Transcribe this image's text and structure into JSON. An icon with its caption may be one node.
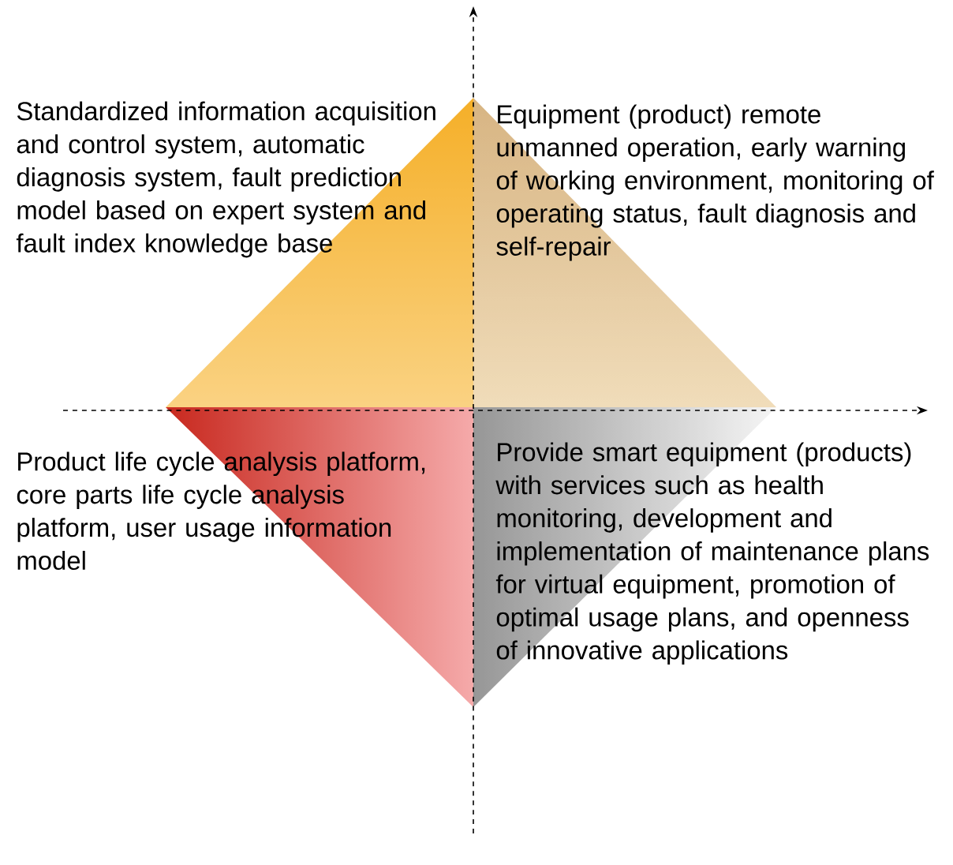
{
  "diagram": {
    "labels": [
      "Standardized information acquisition and control system, automatic diagnosis system, fault prediction model based on expert system and fault index knowledge base",
      "Equipment (product) remote unmanned operation, early warning of working environment, monitoring of operating status, fault diagnosis and self-repair",
      "Product life cycle analysis platform, core parts life cycle analysis platform, user usage information model",
      "Provide smart equipment (products) with services such as health monitoring, development and implementation of maintenance plans for virtual equipment, promotion of optimal usage plans, and openness of innovative applications"
    ]
  }
}
